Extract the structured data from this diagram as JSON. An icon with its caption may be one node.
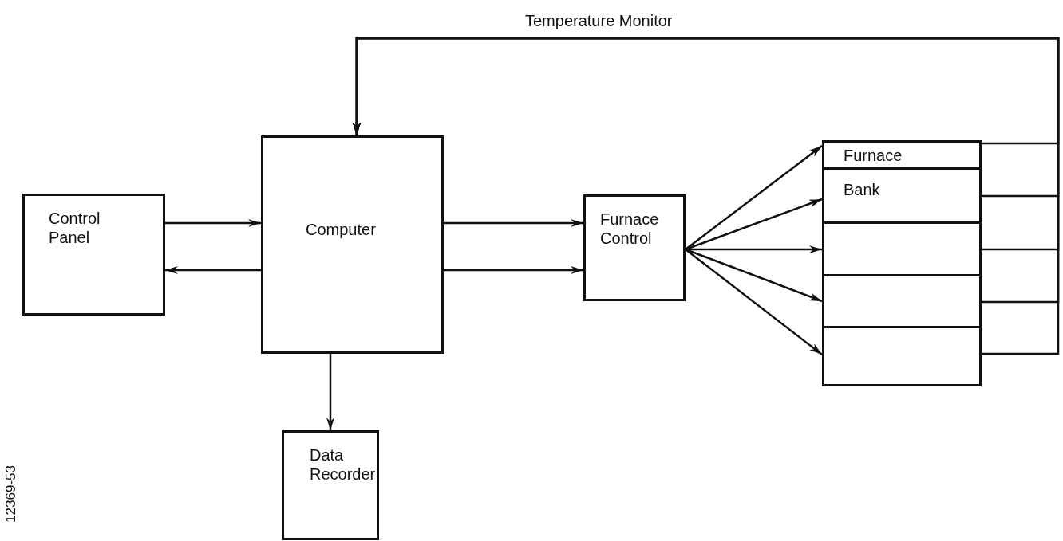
{
  "diagram": {
    "nodes": [
      {
        "text": [
          "Control Panel"
        ]
      },
      {
        "text": [
          "Computer"
        ]
      },
      {
        "text": [
          "Furnace Control"
        ]
      },
      {
        "text": [
          "Data Recorder"
        ]
      },
      {
        "text": [],
        "shape": "box"
      },
      {
        "text": [
          "Furnace"
        ],
        "in": 4
      },
      {
        "text": [
          "Bank"
        ],
        "in": 4
      },
      {
        "text": [],
        "shape": "box",
        "in": 4
      },
      {
        "text": [],
        "shape": "box",
        "in": 4
      },
      {
        "text": [],
        "shape": "box",
        "in": 4
      }
    ],
    "edges": [
      {
        "from": 0,
        "to": 1,
        "arrow": "to"
      },
      {
        "from": 1,
        "to": 0,
        "arrow": "to"
      },
      {
        "from": 1,
        "to": 2,
        "arrow": "to"
      },
      {
        "from": 1,
        "to": 2,
        "arrow": "to"
      },
      {
        "from": 1,
        "to": 3,
        "arrow": "to"
      },
      {
        "from": 2,
        "to": 5,
        "arrow": "to"
      },
      {
        "from": 2,
        "to": 6,
        "arrow": "to"
      },
      {
        "from": 2,
        "to": 7,
        "arrow": "to"
      },
      {
        "from": 2,
        "to": 8,
        "arrow": "to"
      },
      {
        "from": 2,
        "to": 9,
        "arrow": "to"
      },
      {
        "from": 5,
        "to": 1,
        "arrow": "to",
        "label": "Temperature Monitor"
      },
      {
        "from": 6,
        "to": 1,
        "arrow": "to"
      },
      {
        "from": 7,
        "to": 1,
        "arrow": "to"
      },
      {
        "from": 8,
        "to": 1,
        "arrow": "to"
      },
      {
        "from": 9,
        "to": 1,
        "arrow": "to"
      }
    ],
    "labels": [
      "12369-53"
    ]
  }
}
